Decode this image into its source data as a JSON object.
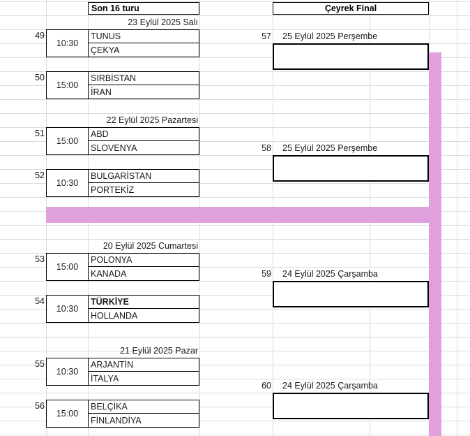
{
  "rounds": {
    "round_of_16": {
      "title": "Son 16 turu",
      "matches": [
        {
          "number": "49",
          "date": "23 Eylül 2025 Salı",
          "time": "10:30",
          "team_top": "TUNUS",
          "team_bottom": "ÇEKYA",
          "highlight_top": false,
          "highlight_bottom": false
        },
        {
          "number": "50",
          "date": "",
          "time": "15:00",
          "team_top": "SIRBİSTAN",
          "team_bottom": "İRAN",
          "highlight_top": false,
          "highlight_bottom": false
        },
        {
          "number": "51",
          "date": "22 Eylül 2025 Pazartesi",
          "time": "15:00",
          "team_top": "ABD",
          "team_bottom": "SLOVENYA",
          "highlight_top": false,
          "highlight_bottom": false
        },
        {
          "number": "52",
          "date": "",
          "time": "10:30",
          "team_top": "BULGARİSTAN",
          "team_bottom": "PORTEKİZ",
          "highlight_top": false,
          "highlight_bottom": false
        },
        {
          "number": "53",
          "date": "20 Eylül 2025 Cumartesi",
          "time": "15:00",
          "team_top": "POLONYA",
          "team_bottom": "KANADA",
          "highlight_top": false,
          "highlight_bottom": false
        },
        {
          "number": "54",
          "date": "",
          "time": "10:30",
          "team_top": "TÜRKİYE",
          "team_bottom": "HOLLANDA",
          "highlight_top": true,
          "highlight_bottom": false
        },
        {
          "number": "55",
          "date": "21 Eylül 2025 Pazar",
          "time": "10:30",
          "team_top": "ARJANTİN",
          "team_bottom": "İTALYA",
          "highlight_top": false,
          "highlight_bottom": false
        },
        {
          "number": "56",
          "date": "",
          "time": "15:00",
          "team_top": "BELÇİKA",
          "team_bottom": "FİNLANDİYA",
          "highlight_top": false,
          "highlight_bottom": false
        }
      ]
    },
    "quarter_final": {
      "title": "Çeyrek Final",
      "matches": [
        {
          "number": "57",
          "date": "25 Eylül 2025 Perşembe",
          "team_top": "",
          "team_bottom": ""
        },
        {
          "number": "58",
          "date": "25 Eylül 2025 Perşembe",
          "team_top": "",
          "team_bottom": ""
        },
        {
          "number": "59",
          "date": "24 Eylül 2025 Çarşamba",
          "team_top": "",
          "team_bottom": ""
        },
        {
          "number": "60",
          "date": "24 Eylül 2025 Çarşamba",
          "team_top": "",
          "team_bottom": ""
        }
      ]
    }
  },
  "colors": {
    "highlight_band": "#e0a0dd",
    "gridline": "#dcdcdc",
    "border": "#000000",
    "text": "#1a1a1a"
  }
}
